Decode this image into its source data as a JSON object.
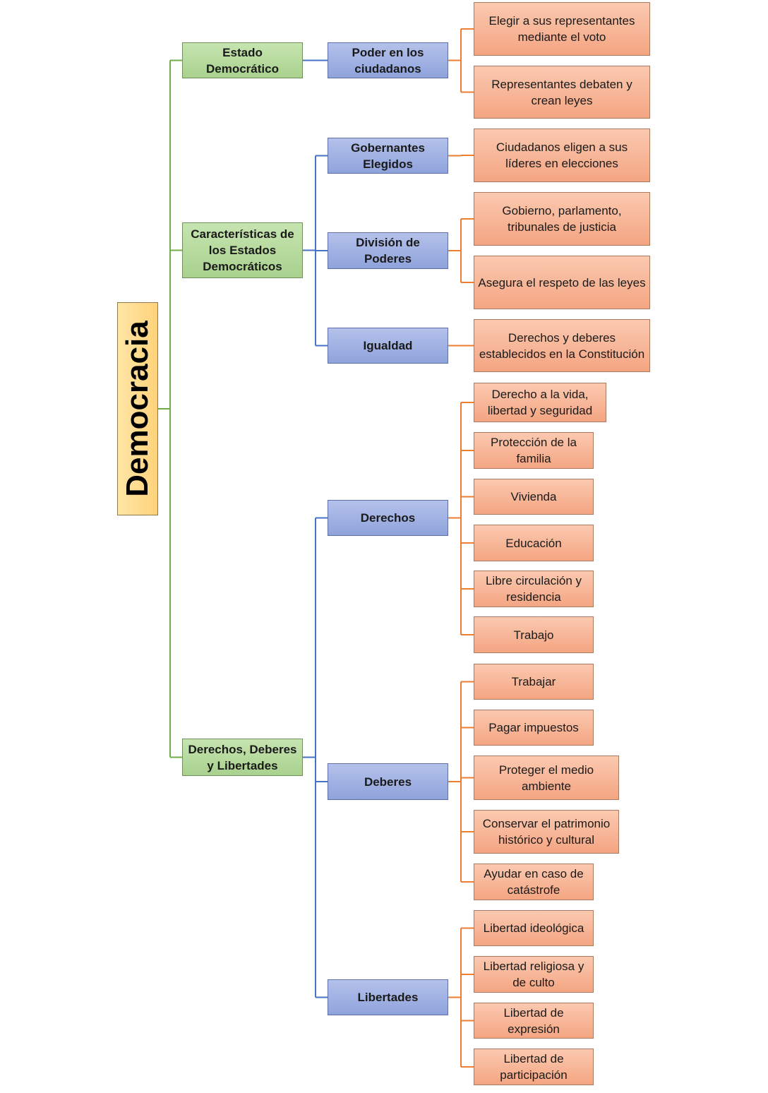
{
  "root": "Democracia",
  "branches": [
    {
      "label": "Estado Democrático",
      "children": [
        {
          "label": "Poder en los ciudadanos",
          "children": [
            "Elegir a sus representantes mediante el voto",
            "Representantes debaten y crean leyes"
          ]
        }
      ]
    },
    {
      "label": "Características de los Estados Democráticos",
      "children": [
        {
          "label": "Gobernantes Elegidos",
          "children": [
            "Ciudadanos eligen a sus líderes en elecciones"
          ]
        },
        {
          "label": "División de Poderes",
          "children": [
            "Gobierno, parlamento, tribunales de justicia",
            "Asegura el respeto de las leyes"
          ]
        },
        {
          "label": "Igualdad",
          "children": [
            "Derechos y deberes establecidos en la Constitución"
          ]
        }
      ]
    },
    {
      "label": "Derechos, Deberes y Libertades",
      "children": [
        {
          "label": "Derechos",
          "children": [
            "Derecho a la vida, libertad y seguridad",
            "Protección de la familia",
            "Vivienda",
            "Educación",
            "Libre circulación y residencia",
            "Trabajo"
          ]
        },
        {
          "label": "Deberes",
          "children": [
            "Trabajar",
            "Pagar impuestos",
            "Proteger el medio ambiente",
            "Conservar el patrimonio histórico y cultural",
            "Ayudar en caso de catástrofe"
          ]
        },
        {
          "label": "Libertades",
          "children": [
            "Libertad ideológica",
            "Libertad religiosa y de culto",
            "Libertad de expresión",
            "Libertad de participación"
          ]
        }
      ]
    }
  ],
  "colors": {
    "level1_line": "#70ad47",
    "level2_line": "#4472c4",
    "level3_line": "#ed7d31"
  }
}
